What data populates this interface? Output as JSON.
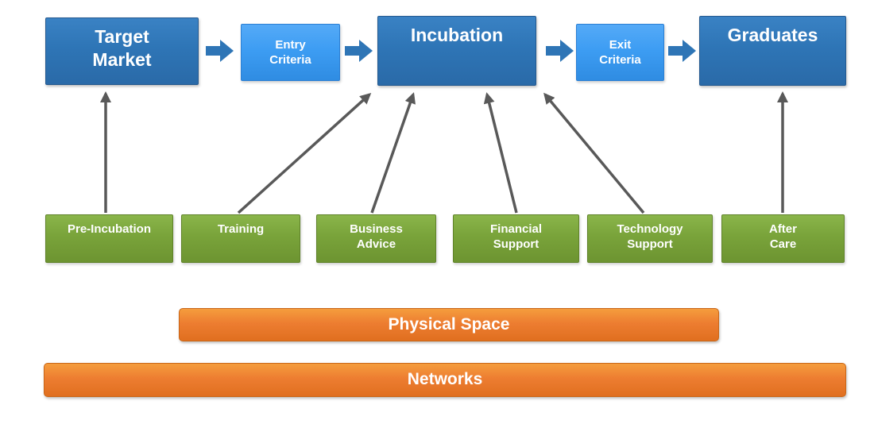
{
  "flow": {
    "target_market": {
      "label": "Target\nMarket"
    },
    "entry_criteria": {
      "label": "Entry\nCriteria"
    },
    "incubation": {
      "label": "Incubation"
    },
    "exit_criteria": {
      "label": "Exit\nCriteria"
    },
    "graduates": {
      "label": "Graduates"
    }
  },
  "supports": {
    "pre_incubation": {
      "label": "Pre-Incubation"
    },
    "training": {
      "label": "Training"
    },
    "business_advice": {
      "label": "Business\nAdvice"
    },
    "financial_support": {
      "label": "Financial\nSupport"
    },
    "technology_support": {
      "label": "Technology\nSupport"
    },
    "after_care": {
      "label": "After\nCare"
    }
  },
  "foundations": {
    "physical_space": {
      "label": "Physical Space"
    },
    "networks": {
      "label": "Networks"
    }
  },
  "colors": {
    "major_box": "#2E75B6",
    "minor_box": "#3D9DF3",
    "support_box": "#79A33A",
    "foundation_bar": "#ED7D31",
    "connector": "#595959"
  }
}
